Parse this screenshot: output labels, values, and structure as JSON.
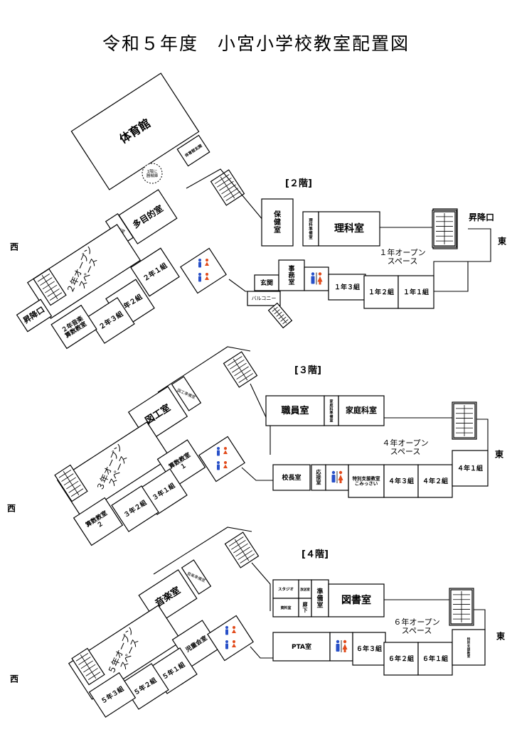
{
  "title": "令和５年度　小宮小学校教室配置図",
  "directions": {
    "west": "西",
    "east": "東"
  },
  "floor2": {
    "header": "[２階]",
    "gym": "体育館",
    "gym_entrance": "体育館玄関",
    "gym_circle": "1階に\n器械庫",
    "multipurpose": "多目的室",
    "storage": "印刷室",
    "open_space": "２年オープン\nスペース",
    "stairs_west": "昇降口",
    "rooms_west": [
      "２年１組",
      "２年２組",
      "２年３組",
      "２年音楽\n算数教室"
    ],
    "nurse": "保\n健\n室",
    "science_prep": "理\n科\n準\n備\n室",
    "science": "理科室",
    "entrance": "昇降口",
    "open_space_east": "１年オープン\nスペース",
    "genkan": "玄関",
    "office": "事\n務\n室",
    "balcony": "バルコニー",
    "rooms_east": [
      "１年３組",
      "１年２組",
      "１年１組"
    ]
  },
  "floor3": {
    "header": "[３階]",
    "library_prep": "図工準備室",
    "art": "図工室",
    "open_space": "３年オープン\nスペース",
    "math1": "算数教室\n１",
    "math2": "算数教室\n２",
    "rooms_west": [
      "３年１組",
      "３年２組"
    ],
    "staff": "職員室",
    "home_prep": "家\n庭\n科\n準\n備\n室",
    "home_ec": "家庭科室",
    "open_space_east": "４年オープン\nスペース",
    "principal": "校長室",
    "reception": "応\n接\n室",
    "special": "特別支援教室\nこみっさい",
    "rooms_east": [
      "４年３組",
      "４年２組",
      "４年１組"
    ]
  },
  "floor4": {
    "header": "[４階]",
    "music_prep": "音楽準備室",
    "music": "音楽室",
    "open_space": "５年オープン\nスペース",
    "council": "児童会室",
    "rooms_west": [
      "５年１組",
      "５年２組",
      "５年３組"
    ],
    "studio": "スタジオ",
    "storage": "資料室",
    "broadcast": "放送室",
    "corridor": "廊\n下",
    "prep": "準\n備\n室",
    "library": "図書室",
    "open_space_east": "６年オープン\nスペース",
    "pta": "PTA室",
    "rooms_east": [
      "６年３組",
      "６年２組",
      "６年１組"
    ],
    "special": "特\n別\n支\n援\n教\n室"
  }
}
